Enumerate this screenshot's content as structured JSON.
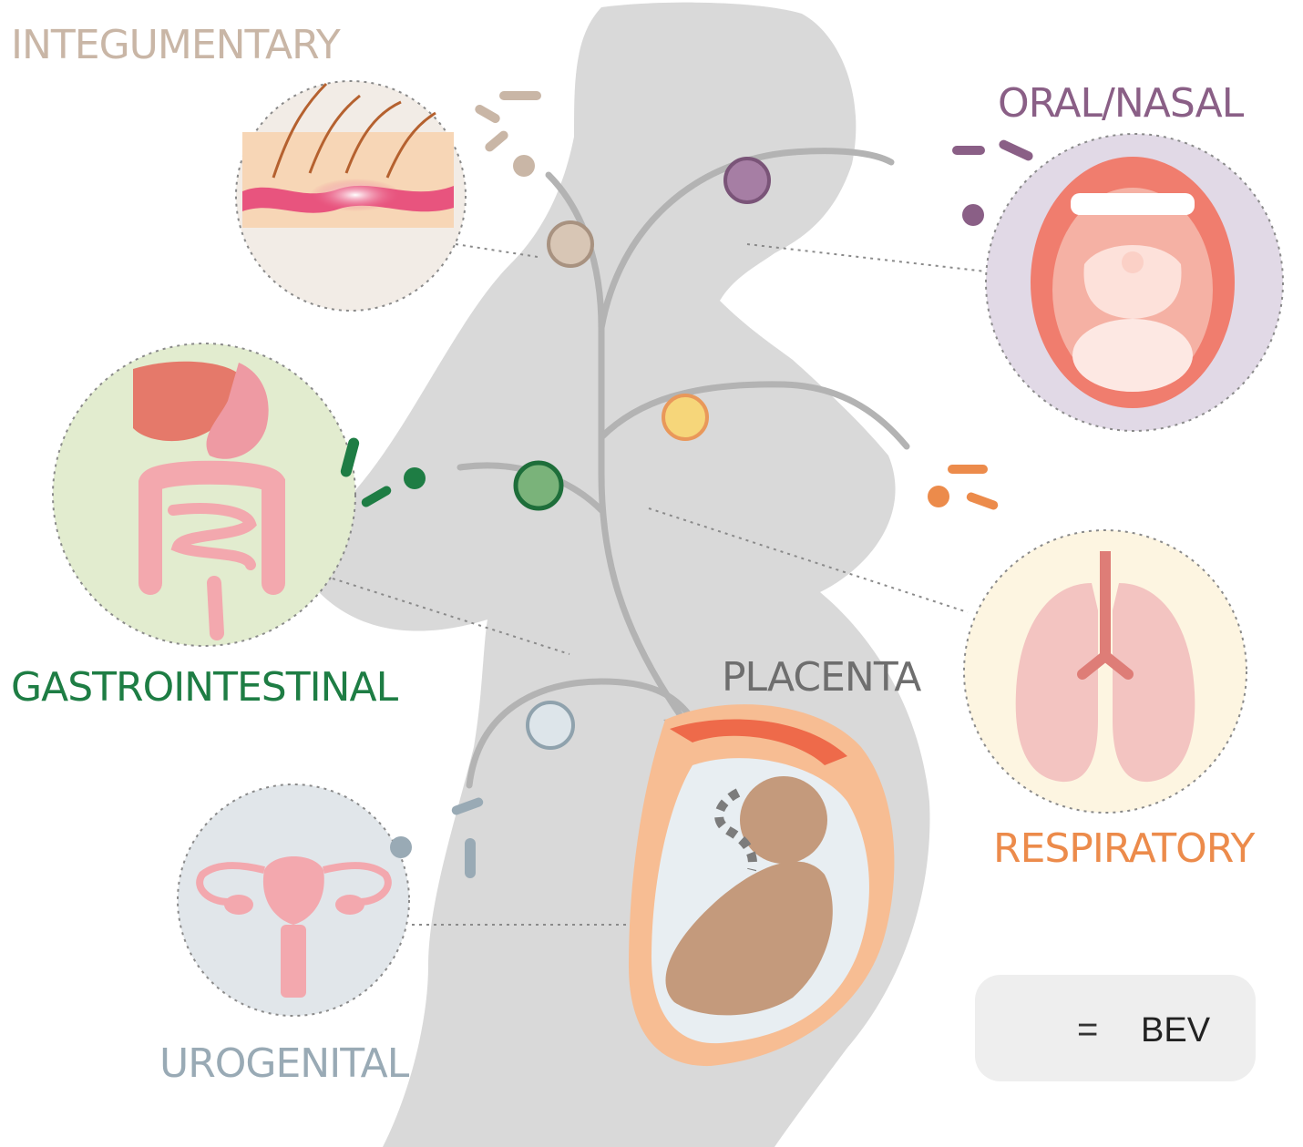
{
  "labels": {
    "integumentary": "INTEGUMENTARY",
    "oral_nasal": "ORAL/NASAL",
    "gastrointestinal": "GASTROINTESTINAL",
    "placenta": "PLACENTA",
    "respiratory": "RESPIRATORY",
    "urogenital": "UROGENITAL"
  },
  "legend": {
    "equals": "=",
    "term": "BEV"
  },
  "colors": {
    "integumentary": "#c9b6a6",
    "oral_nasal": "#8a5f86",
    "gastrointestinal": "#1e7d44",
    "placenta": "#6e6e6e",
    "respiratory": "#ec8b4b",
    "urogenital": "#99aab5",
    "silhouette": "#d9d9d9",
    "pathway": "#b3b3b3"
  }
}
